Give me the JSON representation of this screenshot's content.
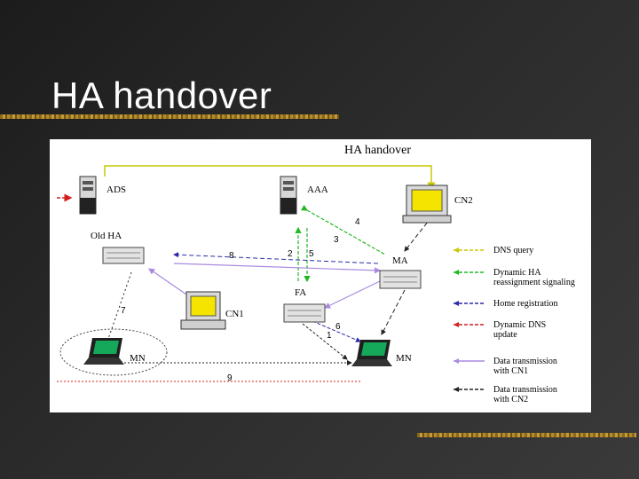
{
  "slide": {
    "title": "HA handover"
  },
  "diagram": {
    "title": "HA handover",
    "nodes": {
      "ads": "ADS",
      "aaa": "AAA",
      "cn2": "CN2",
      "old_ha": "Old HA",
      "ma": "MA",
      "fa": "FA",
      "cn1": "CN1",
      "mn_left": "MN",
      "mn_right": "MN"
    },
    "step_numbers": {
      "s1": "1",
      "s2": "2",
      "s3": "3",
      "s4": "4",
      "s5": "5",
      "s6": "6",
      "s7": "7",
      "s8": "8",
      "s9": "9"
    },
    "legend": [
      {
        "label_line1": "DNS query",
        "label_line2": "",
        "color": "#c8c800"
      },
      {
        "label_line1": "Dynamic HA",
        "label_line2": "reassignment signaling",
        "color": "#22b822"
      },
      {
        "label_line1": "Home registration",
        "label_line2": "",
        "color": "#2a2aa8"
      },
      {
        "label_line1": "Dynamic DNS",
        "label_line2": "update",
        "color": "#d41e1e"
      },
      {
        "label_line1": "Data transmission",
        "label_line2": "with CN1",
        "color": "#a98ae0"
      },
      {
        "label_line1": "Data transmission",
        "label_line2": "with CN2",
        "color": "#222222"
      }
    ]
  }
}
